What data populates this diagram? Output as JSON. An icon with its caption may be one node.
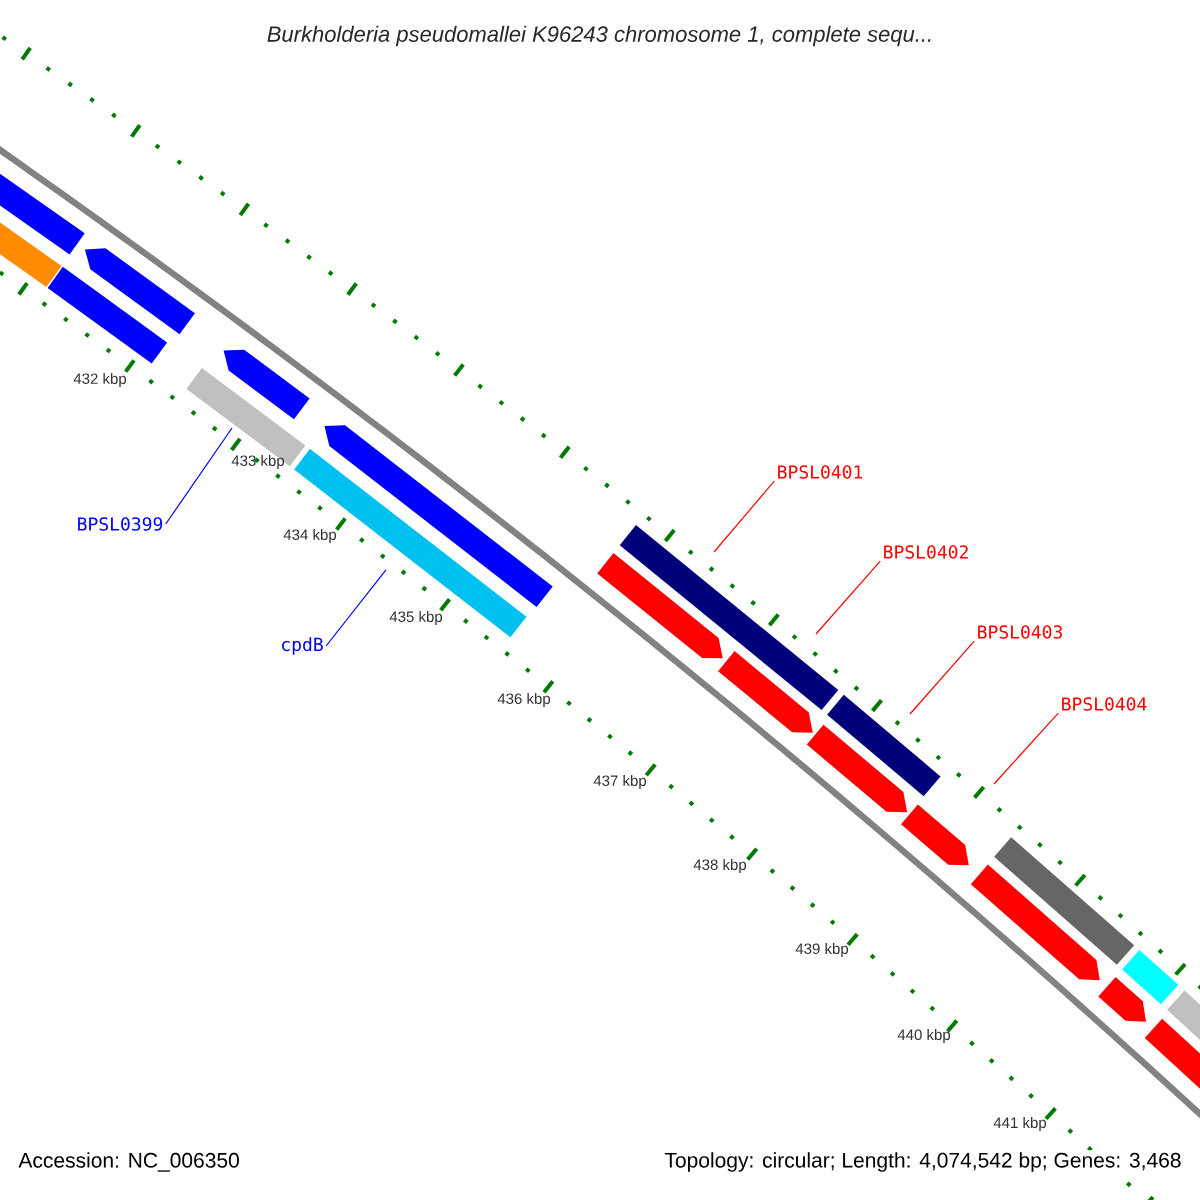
{
  "diagram": {
    "title": "Burkholderia pseudomallei K96243 chromosome 1, complete sequ...",
    "nodes": [
      {
        "text": [
          "BPSL0399"
        ]
      },
      {
        "text": [
          "cpdB"
        ]
      },
      {
        "text": [
          "BPSL0401"
        ]
      },
      {
        "text": [
          "BPSL0402"
        ]
      },
      {
        "text": [
          "BPSL0403"
        ]
      },
      {
        "text": [
          "BPSL0404"
        ]
      }
    ],
    "edges": [
      {
        "from": 0,
        "to": null,
        "arrow": "none",
        "color": "#0000ff"
      },
      {
        "from": 1,
        "to": null,
        "arrow": "none",
        "color": "#0000ff"
      },
      {
        "from": 2,
        "to": null,
        "arrow": "none"
      },
      {
        "from": 3,
        "to": null,
        "arrow": "none"
      },
      {
        "from": 4,
        "to": null,
        "arrow": "none"
      },
      {
        "from": 5,
        "to": null,
        "arrow": "none"
      }
    ],
    "labels": [
      "432 kbp",
      "433 kbp",
      "434 kbp",
      "435 kbp",
      "436 kbp",
      "437 kbp",
      "438 kbp",
      "439 kbp",
      "440 kbp",
      "441 kbp",
      "Accession: NC_006350",
      "Topology: circular; Length: 4,074,542 bp; Genes: 3,468"
    ]
  }
}
